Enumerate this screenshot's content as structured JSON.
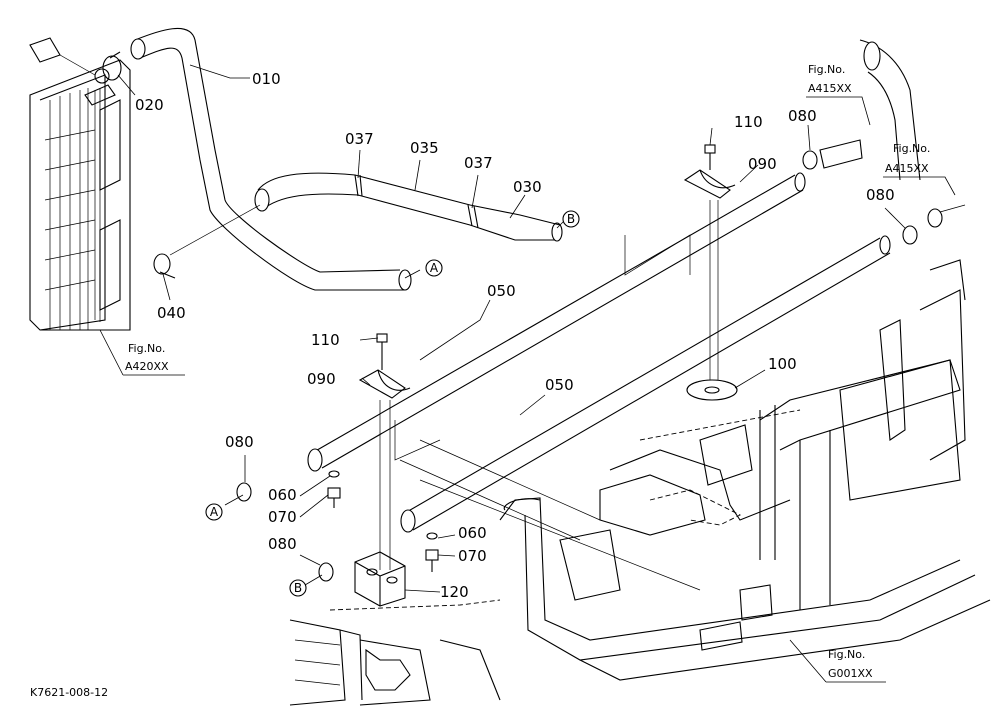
{
  "part_labels": {
    "p010": "010",
    "p020": "020",
    "p030": "030",
    "p035": "035",
    "p037a": "037",
    "p037b": "037",
    "p040": "040",
    "p050a": "050",
    "p050b": "050",
    "p060a": "060",
    "p060b": "060",
    "p070a": "070",
    "p070b": "070",
    "p080a": "080",
    "p080b": "080",
    "p080c": "080",
    "p080d": "080",
    "p090a": "090",
    "p090b": "090",
    "p100": "100",
    "p110a": "110",
    "p110b": "110",
    "p120": "120"
  },
  "connection_markers": {
    "a1": "A",
    "a2": "A",
    "b1": "B",
    "b2": "B"
  },
  "figure_refs": {
    "a415_1": {
      "line1": "Fig.No.",
      "line2": "A415XX"
    },
    "a415_2": {
      "line1": "Fig.No.",
      "line2": "A415XX"
    },
    "a420": {
      "line1": "Fig.No.",
      "line2": "A420XX"
    },
    "g001": {
      "line1": "Fig.No.",
      "line2": "G001XX"
    }
  },
  "drawing_code": "K7621-008-12"
}
